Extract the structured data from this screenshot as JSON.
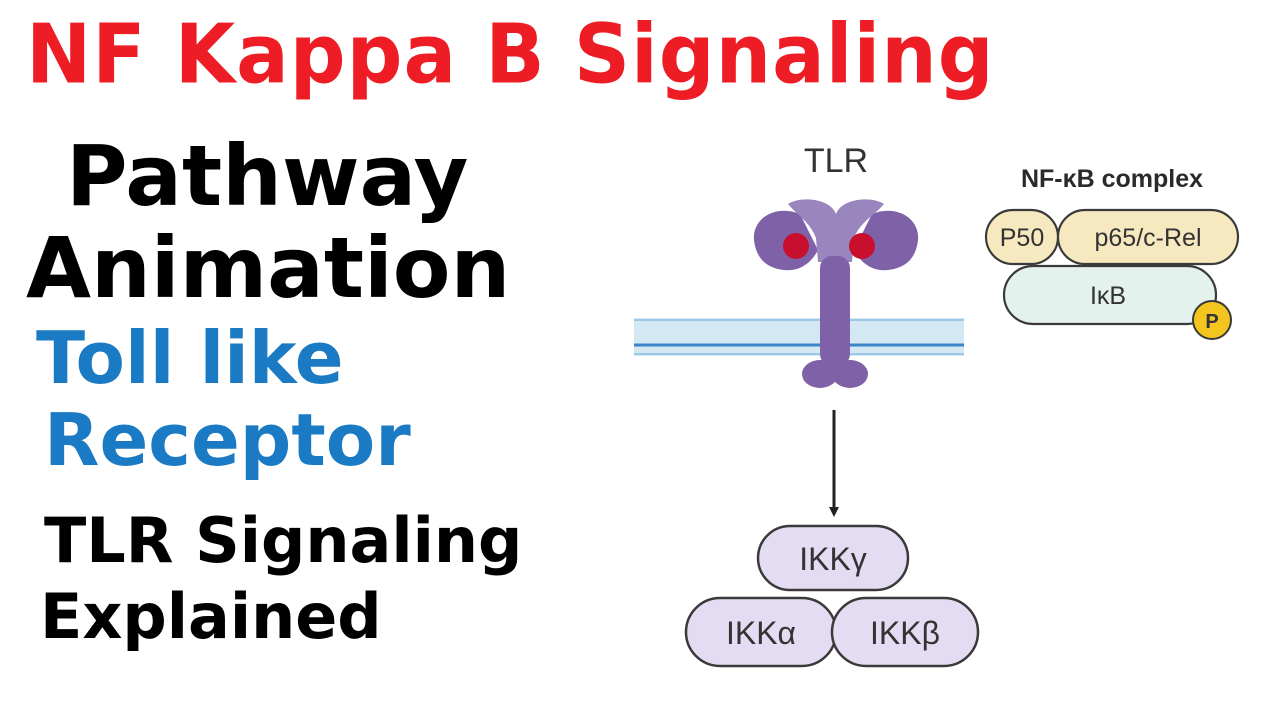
{
  "title": {
    "main": "NF Kappa B Signaling",
    "line1": "Pathway",
    "line2": "Animation",
    "line3": "Toll like",
    "line4": "Receptor",
    "line5": "TLR Signaling",
    "line6": "Explained"
  },
  "diagram": {
    "receptor_label": "TLR",
    "complex_title": "NF-κB complex",
    "p50_label": "P50",
    "p65_label": "p65/c-Rel",
    "ikb_label": "IκB",
    "phospho_label": "P",
    "ikk_gamma_label": "IKKγ",
    "ikk_alpha_label": "IKKα",
    "ikk_beta_label": "IKKβ"
  },
  "colors": {
    "title_red": "#ee1c24",
    "subtitle_blue": "#1a7bc4",
    "receptor_purple": "#7e61a6",
    "ligand_red": "#c8102e",
    "membrane_blue": "#3a86c8",
    "ikk_fill": "#e4dcf2",
    "p50_fill": "#f6e8bf",
    "ikb_fill": "#e4f2ee",
    "phospho_yellow": "#f4c51f"
  }
}
